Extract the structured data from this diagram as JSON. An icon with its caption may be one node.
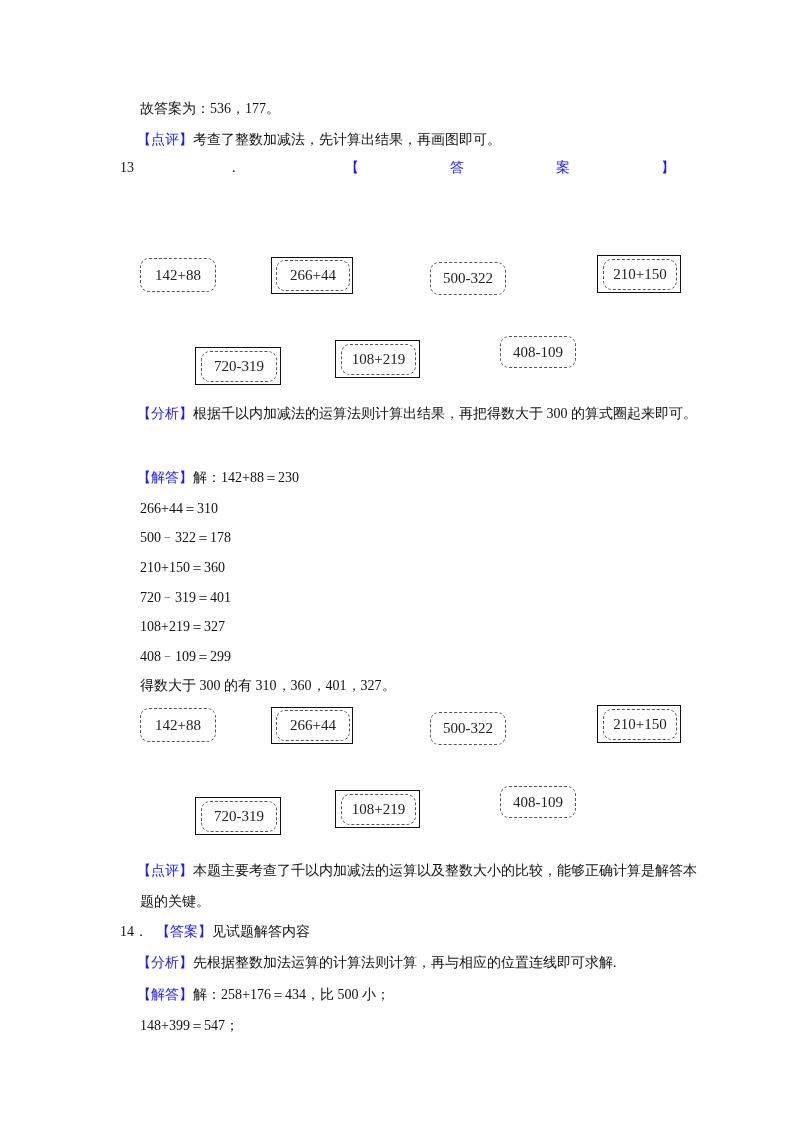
{
  "diagram": {
    "nodes": [
      {
        "text": [
          "142+88"
        ]
      },
      {
        "text": [],
        "shape": "box"
      },
      {
        "text": [
          "266+44"
        ],
        "in": 1
      },
      {
        "text": [
          "500-322"
        ]
      },
      {
        "text": [],
        "shape": "box"
      },
      {
        "text": [
          "210+150"
        ],
        "in": 4
      },
      {
        "text": [],
        "shape": "box"
      },
      {
        "text": [
          "720-319"
        ],
        "in": 6
      },
      {
        "text": [],
        "shape": "box"
      },
      {
        "text": [
          "108+219"
        ],
        "in": 8
      },
      {
        "text": [
          "408-109"
        ]
      },
      {
        "text": [
          "142+88"
        ]
      },
      {
        "text": [],
        "shape": "box"
      },
      {
        "text": [
          "266+44"
        ],
        "in": 12
      },
      {
        "text": [
          "500-322"
        ]
      },
      {
        "text": [],
        "shape": "box"
      },
      {
        "text": [
          "210+150"
        ],
        "in": 15
      },
      {
        "text": [],
        "shape": "box"
      },
      {
        "text": [
          "720-319"
        ],
        "in": 17
      },
      {
        "text": [],
        "shape": "box"
      },
      {
        "text": [
          "108+219"
        ],
        "in": 19
      },
      {
        "text": [
          "408-109"
        ]
      }
    ],
    "labels": [
      "故答案为：536，177。",
      "【点评】",
      "考查了整数加减法，先计算出结果，再画图即可。",
      "13",
      ".",
      "【答案】",
      "【分析】",
      "根据千以内加减法的运算法则计算出结果，再把得数大于 300 的算式圈起来即可。",
      "【解答】",
      "解：142+88＝230",
      "266+44＝310",
      "500﹣322＝178",
      "210+150＝360",
      "720﹣319＝401",
      "108+219＝327",
      "408﹣109＝299",
      "得数大于 300 的有 310，360，401，327。",
      "【点评】",
      "本题主要考查了千以内加减法的运算以及整数大小的比较，能够正确计算是解答本题的关键。",
      "14．",
      "【答案】",
      "见试题解答内容",
      "【分析】",
      "先根据整数加法运算的计算法则计算，再与相应的位置连线即可求解.",
      "【解答】",
      "解：258+176＝434，比 500 小；",
      "148+399＝547；"
    ]
  }
}
